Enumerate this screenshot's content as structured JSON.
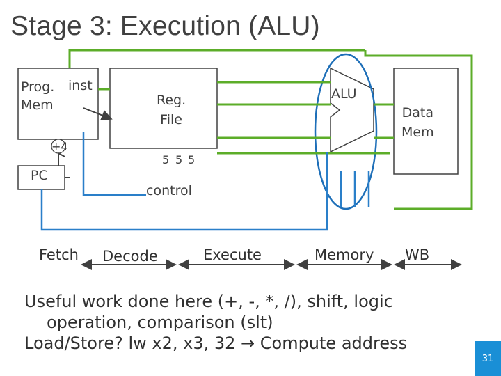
{
  "slide": {
    "title": "Stage 3: Execution (ALU)",
    "page_number": "31"
  },
  "diagram": {
    "prog_mem_label": "Prog.\nMem",
    "inst_label": "inst",
    "plus4_label": "+4",
    "pc_label": "PC",
    "reg_file_label": "Reg.\nFile",
    "reg_fields": [
      "5",
      "5",
      "5"
    ],
    "control_label": "control",
    "alu_label": "ALU",
    "data_mem_label": "Data\nMem",
    "stages": [
      "Fetch",
      "Decode",
      "Execute",
      "Memory",
      "WB"
    ]
  },
  "body": {
    "lines": [
      "Useful work done here (+, -, *, /), shift, logic",
      "operation, comparison (slt)",
      "Load/Store? lw x2, x3, 32 → Compute address"
    ]
  },
  "colors": {
    "green_wire": "#5cad29",
    "blue_wire": "#2a7fc9",
    "dark_wire": "#404040",
    "highlight_ellipse": "#1e6fb8",
    "page_badge": "#1a8fd6"
  }
}
